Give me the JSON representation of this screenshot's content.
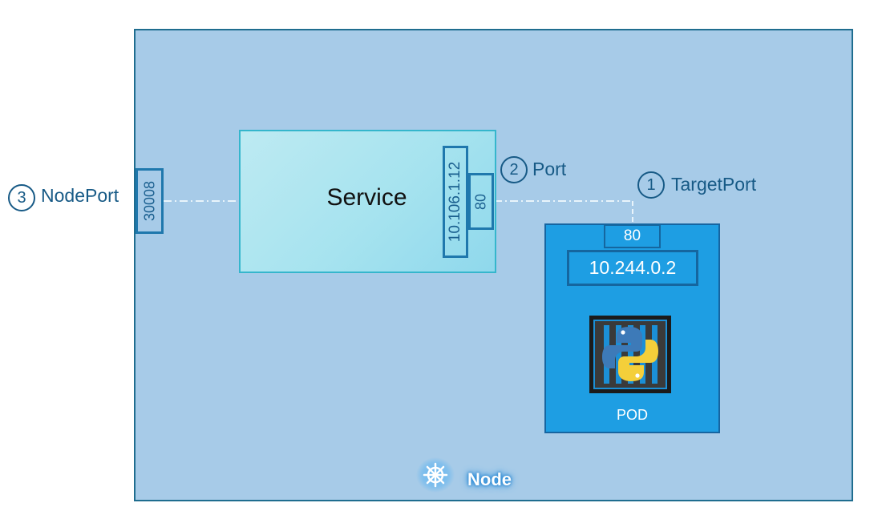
{
  "node": {
    "label": "Node"
  },
  "service": {
    "label": "Service",
    "cluster_ip": "10.106.1.12",
    "port": "80"
  },
  "node_port": {
    "value": "30008"
  },
  "pod": {
    "label": "POD",
    "ip": "10.244.0.2",
    "target_port": "80"
  },
  "callouts": [
    {
      "number": "1",
      "label": "TargetPort"
    },
    {
      "number": "2",
      "label": "Port"
    },
    {
      "number": "3",
      "label": "NodePort"
    }
  ],
  "colors": {
    "node_fill": "#a7cbe8",
    "service_fill": "#a6e3ef",
    "pod_fill": "#1e9ee3",
    "accent_dark": "#175a86"
  },
  "icons": [
    "kubernetes-helm-icon",
    "python-container-icon"
  ]
}
